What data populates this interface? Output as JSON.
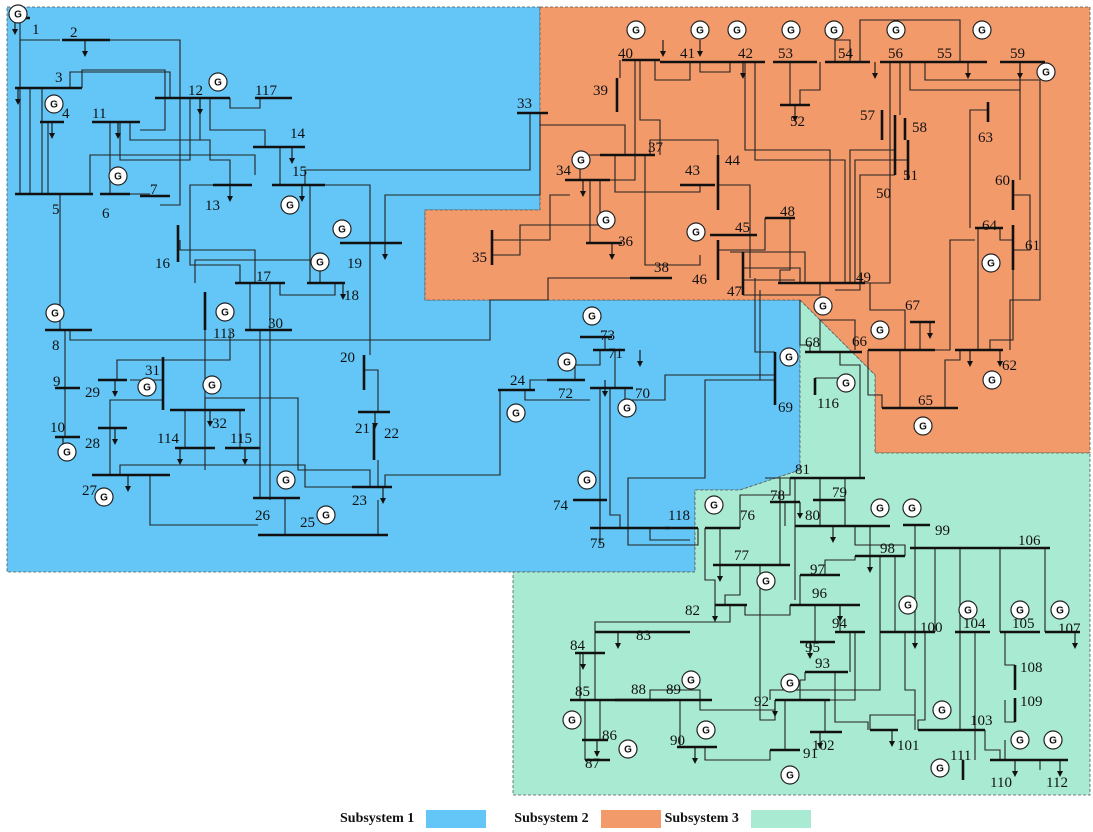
{
  "colors": {
    "subsystem_1": "#63c6f7",
    "subsystem_2": "#f39a6b",
    "subsystem_3": "#a9ead2"
  },
  "legend": [
    {
      "label": "Subsystem 1",
      "color": "#63c6f7"
    },
    {
      "label": "Subsystem 2",
      "color": "#f39a6b"
    },
    {
      "label": "Subsystem 3",
      "color": "#a9ead2"
    }
  ],
  "generator_symbol": "G",
  "buses": {
    "b1": "1",
    "b2": "2",
    "b3": "3",
    "b4": "4",
    "b5": "5",
    "b6": "6",
    "b7": "7",
    "b8": "8",
    "b9": "9",
    "b10": "10",
    "b11": "11",
    "b12": "12",
    "b13": "13",
    "b14": "14",
    "b15": "15",
    "b16": "16",
    "b17": "17",
    "b18": "18",
    "b19": "19",
    "b20": "20",
    "b21": "21",
    "b22": "22",
    "b23": "23",
    "b24": "24",
    "b25": "25",
    "b26": "26",
    "b27": "27",
    "b28": "28",
    "b29": "29",
    "b30": "30",
    "b31": "31",
    "b32": "32",
    "b33": "33",
    "b34": "34",
    "b35": "35",
    "b36": "36",
    "b37": "37",
    "b38": "38",
    "b39": "39",
    "b40": "40",
    "b41": "41",
    "b42": "42",
    "b43": "43",
    "b44": "44",
    "b45": "45",
    "b46": "46",
    "b47": "47",
    "b48": "48",
    "b49": "49",
    "b50": "50",
    "b51": "51",
    "b52": "52",
    "b53": "53",
    "b54": "54",
    "b55": "55",
    "b56": "56",
    "b57": "57",
    "b58": "58",
    "b59": "59",
    "b60": "60",
    "b61": "61",
    "b62": "62",
    "b63": "63",
    "b64": "64",
    "b65": "65",
    "b66": "66",
    "b67": "67",
    "b68": "68",
    "b69": "69",
    "b70": "70",
    "b71": "71",
    "b72": "72",
    "b73": "73",
    "b74": "74",
    "b75": "75",
    "b76": "76",
    "b77": "77",
    "b78": "78",
    "b79": "79",
    "b80": "80",
    "b81": "81",
    "b82": "82",
    "b83": "83",
    "b84": "84",
    "b85": "85",
    "b86": "86",
    "b87": "87",
    "b88": "88",
    "b89": "89",
    "b90": "90",
    "b91": "91",
    "b92": "92",
    "b93": "93",
    "b94": "94",
    "b95": "95",
    "b96": "96",
    "b97": "97",
    "b98": "98",
    "b99": "99",
    "b100": "100",
    "b101": "101",
    "b102": "102",
    "b103": "103",
    "b104": "104",
    "b105": "105",
    "b106": "106",
    "b107": "107",
    "b108": "108",
    "b109": "109",
    "b110": "110",
    "b111": "111",
    "b112": "112",
    "b113": "113",
    "b114": "114",
    "b115": "115",
    "b116": "116",
    "b117": "117",
    "b118": "118"
  }
}
